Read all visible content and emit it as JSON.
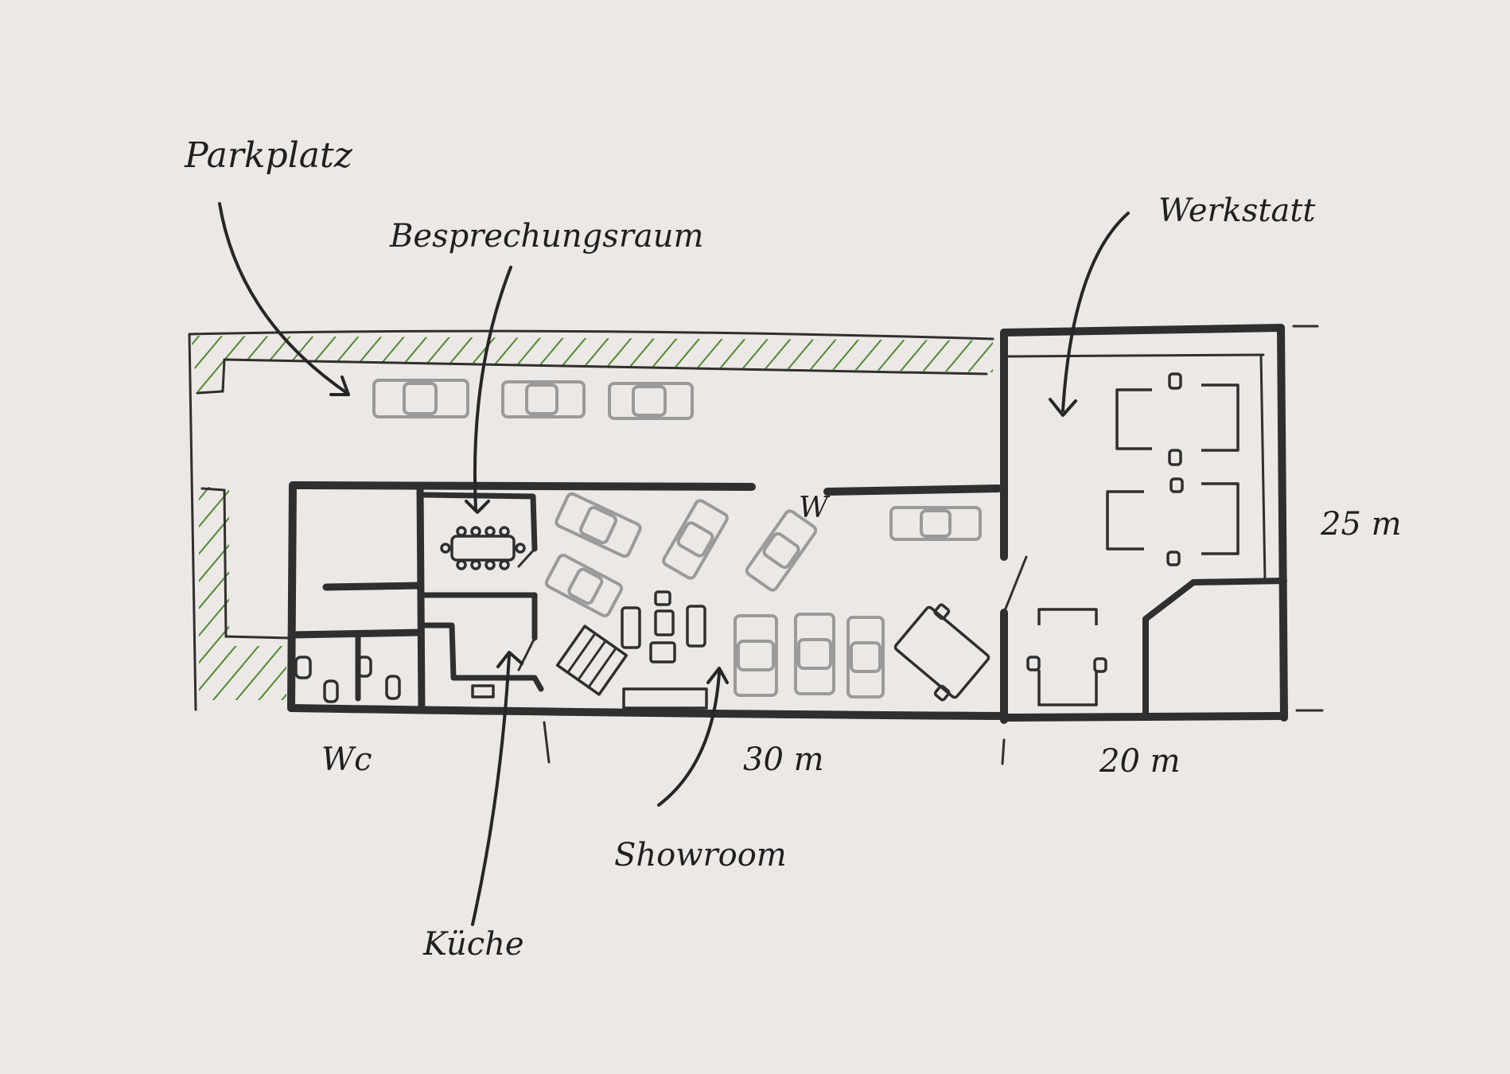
{
  "labels": {
    "parkplatz": "Parkplatz",
    "besprechungsraum": "Besprechungsraum",
    "werkstatt": "Werkstatt",
    "wc": "Wc",
    "kueche": "Küche",
    "showroom": "Showroom",
    "dim_30": "30 m",
    "dim_20": "20 m",
    "dim_25": "25 m",
    "door_mark": "W"
  },
  "colors": {
    "background": "#ebe8e5",
    "walls": "#2f2f2f",
    "hatch_green": "#4f8a2f",
    "furniture_grey": "#9a9a9a"
  }
}
